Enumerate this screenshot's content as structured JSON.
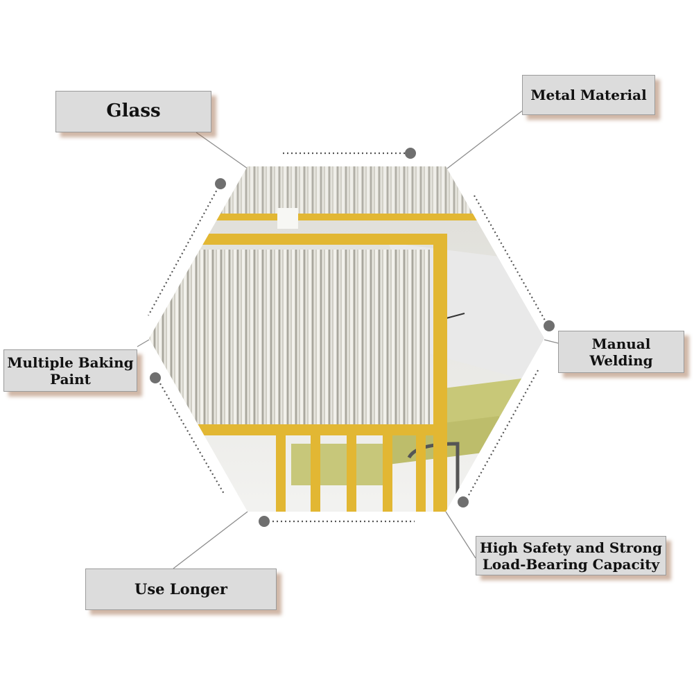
{
  "labels": {
    "glass": "Glass",
    "metal_material": "Metal Material",
    "multiple_baking_paint": "Multiple Baking\nPaint",
    "manual_welding": "Manual\nWelding",
    "high_safety": "High Safety and Strong\nLoad-Bearing Capacity",
    "use_longer": "Use Longer"
  },
  "colors": {
    "gold_frame": "#e2b733",
    "label_fill": "#dcdcdc",
    "label_shadow": "#965f3c",
    "dot": "#777777",
    "glass": "#d9d8d2",
    "table_top": "#e8e8e8",
    "chair": "#c9c975"
  }
}
